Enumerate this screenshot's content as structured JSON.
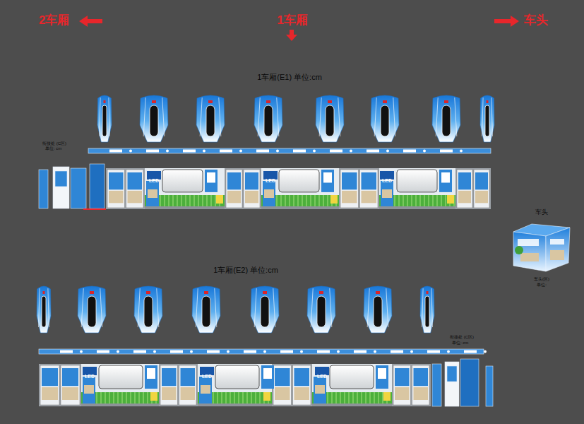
{
  "diagram": {
    "nodes": [
      {
        "text": [
          "LED"
        ]
      },
      {
        "text": [
          "LED"
        ]
      },
      {
        "text": [
          "LED"
        ]
      },
      {
        "text": [
          "车头"
        ]
      },
      {
        "text": [
          "LED"
        ]
      },
      {
        "text": [
          "LED"
        ]
      },
      {
        "text": [
          "LED"
        ]
      }
    ],
    "labels": [
      "2车厢",
      "1车厢",
      "车头",
      "1车厢(E1) 单位:cm",
      "衔接处 (C区)",
      "单位: cm",
      "车头(区)",
      "单位:",
      "1车厢(E2) 单位:cm",
      "衔接处 (C区)",
      "单位: cm"
    ]
  }
}
